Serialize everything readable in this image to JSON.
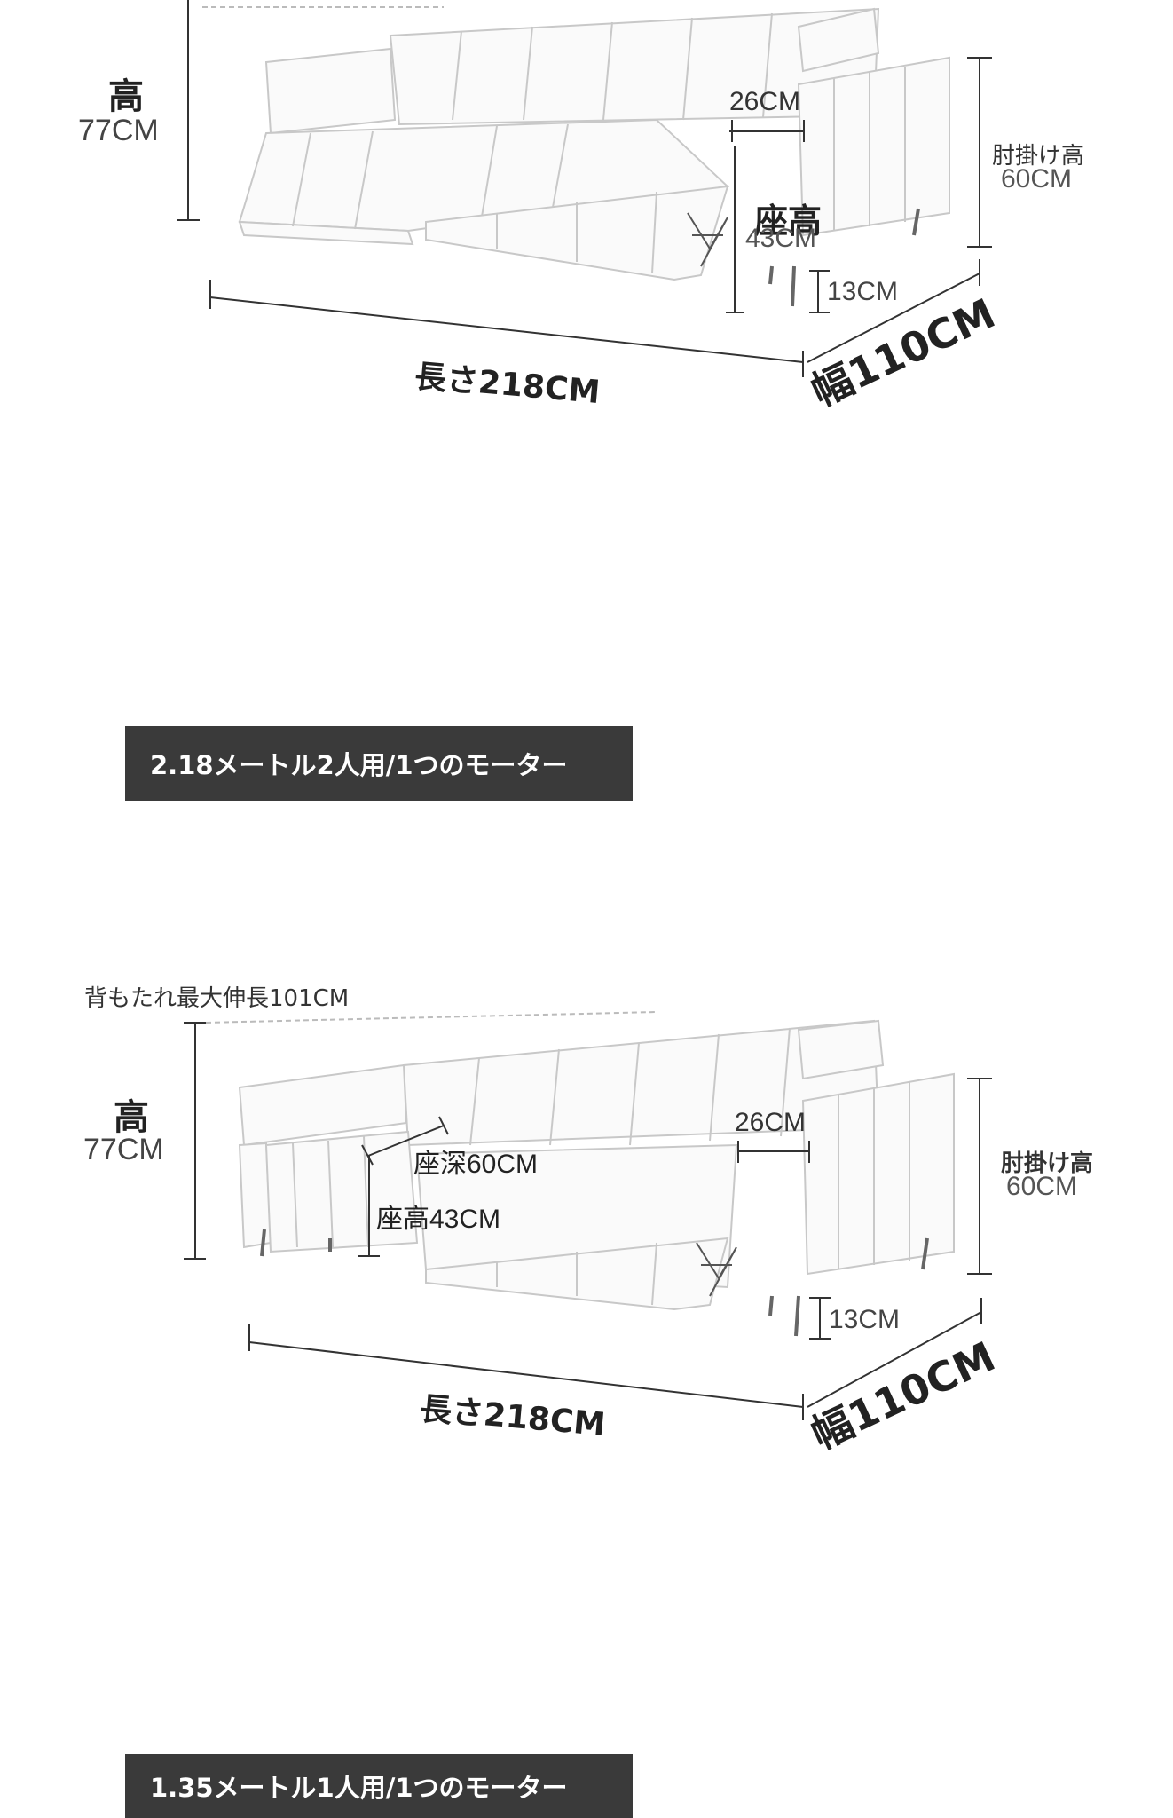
{
  "section1": {
    "height_title": "高",
    "height_value": "77CM",
    "arm_width": "26CM",
    "armrest_height_title": "肘掛け高",
    "armrest_height_value": "60CM",
    "seat_height_title": "座高",
    "seat_height_value": "43CM",
    "leg_height": "13CM",
    "length": "長さ218CM",
    "width": "幅110CM",
    "banner": "2.18メートル2人用/1つのモーター"
  },
  "section2": {
    "backrest_note": "背もたれ最大伸長101CM",
    "height_title": "高",
    "height_value": "77CM",
    "arm_width": "26CM",
    "seat_depth": "座深60CM",
    "seat_height": "座高43CM",
    "armrest_height_title": "肘掛け高",
    "armrest_height_value": "60CM",
    "leg_height": "13CM",
    "length": "長さ218CM",
    "width": "幅110CM",
    "banner": "1.35メートル1人用/1つのモーター"
  },
  "colors": {
    "line": "#333333",
    "sofa_stroke": "#c9c9c9",
    "banner_bg": "#3a3a3a",
    "banner_text": "#ffffff"
  }
}
